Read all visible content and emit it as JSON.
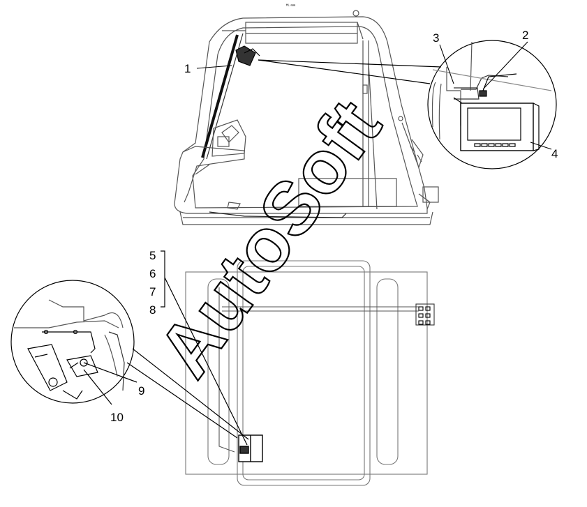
{
  "header_mark": "ᴴᴸ ᵃᵃᵃ",
  "watermark": "AutoSoft",
  "callouts": {
    "c1": "1",
    "c2": "2",
    "c3": "3",
    "c4": "4",
    "c5": "5",
    "c6": "6",
    "c7": "7",
    "c8": "8",
    "c9": "9",
    "c10": "10"
  }
}
